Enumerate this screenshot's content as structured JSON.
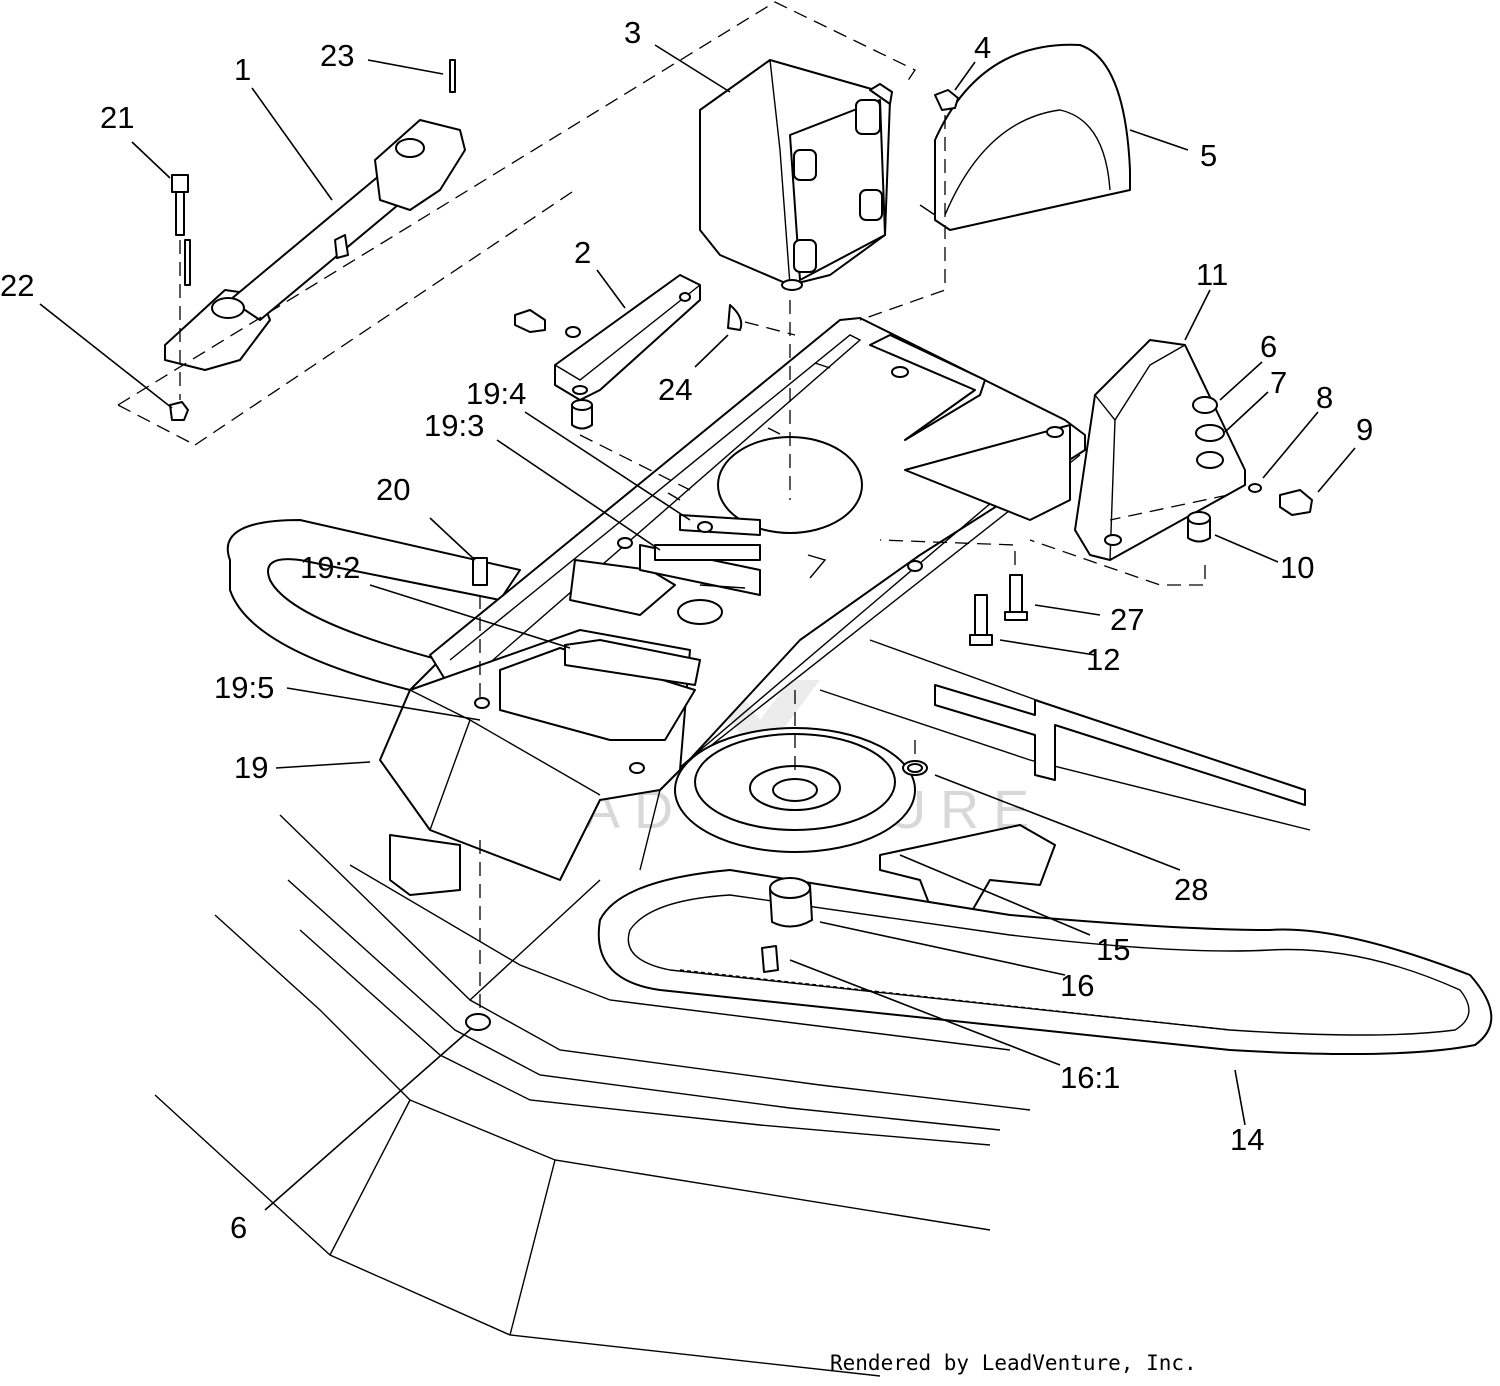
{
  "watermark": "LEADVENTURE",
  "credit": "Rendered by LeadVenture, Inc.",
  "callouts": [
    {
      "id": "1",
      "label": "1"
    },
    {
      "id": "2",
      "label": "2"
    },
    {
      "id": "3",
      "label": "3"
    },
    {
      "id": "4",
      "label": "4"
    },
    {
      "id": "5",
      "label": "5"
    },
    {
      "id": "6a",
      "label": "6"
    },
    {
      "id": "6b",
      "label": "6"
    },
    {
      "id": "7",
      "label": "7"
    },
    {
      "id": "8",
      "label": "8"
    },
    {
      "id": "9",
      "label": "9"
    },
    {
      "id": "10",
      "label": "10"
    },
    {
      "id": "11",
      "label": "11"
    },
    {
      "id": "12",
      "label": "12"
    },
    {
      "id": "14",
      "label": "14"
    },
    {
      "id": "15",
      "label": "15"
    },
    {
      "id": "16",
      "label": "16"
    },
    {
      "id": "16_1",
      "label": "16:1"
    },
    {
      "id": "19",
      "label": "19"
    },
    {
      "id": "19_2",
      "label": "19:2"
    },
    {
      "id": "19_3",
      "label": "19:3"
    },
    {
      "id": "19_4",
      "label": "19:4"
    },
    {
      "id": "19_5",
      "label": "19:5"
    },
    {
      "id": "20",
      "label": "20"
    },
    {
      "id": "21",
      "label": "21"
    },
    {
      "id": "22",
      "label": "22"
    },
    {
      "id": "23",
      "label": "23"
    },
    {
      "id": "24",
      "label": "24"
    },
    {
      "id": "27",
      "label": "27"
    },
    {
      "id": "28",
      "label": "28"
    }
  ]
}
